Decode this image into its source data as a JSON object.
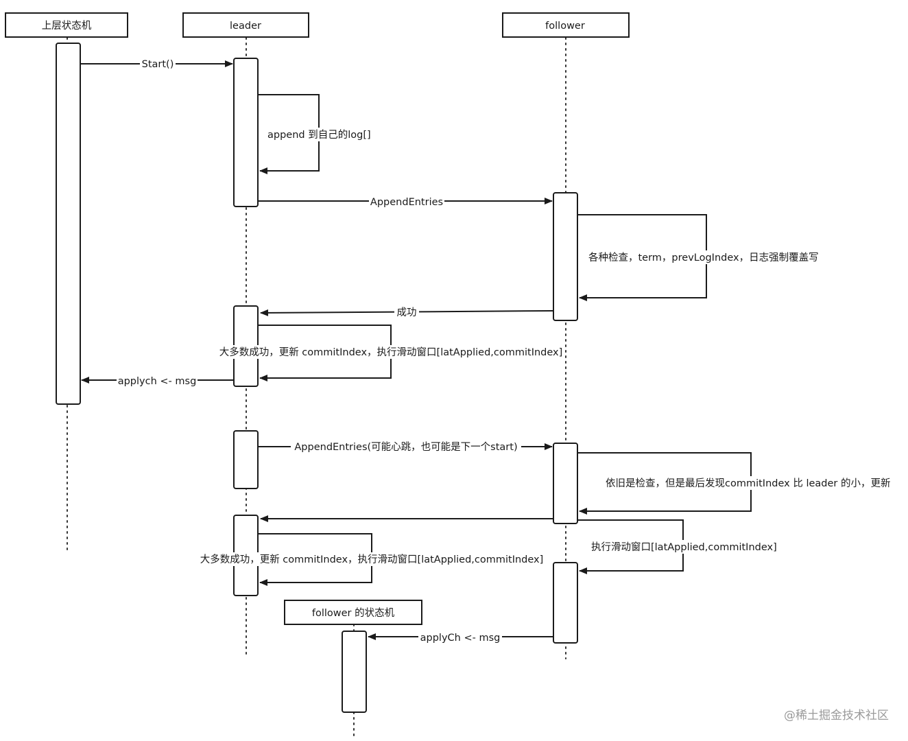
{
  "participants": {
    "upper_sm": "上层状态机",
    "leader": "leader",
    "follower": "follower",
    "follower_sm": "follower 的状态机"
  },
  "messages": {
    "start": "Start()",
    "append_self": "append 到自己的log[]",
    "append_entries": "AppendEntries",
    "follower_checks": "各种检查，term，prevLogIndex，日志强制覆盖写",
    "success": "成功",
    "majority_1": "大多数成功，更新 commitIndex，执行滑动窗口[latApplied,commitIndex]",
    "applych": "applych <- msg",
    "append_entries_2": "AppendEntries(可能心跳，也可能是下一个start)",
    "follower_checks_2": "依旧是检查，但是最后发现commitIndex 比 leader 的小，更新",
    "follower_window": "执行滑动窗口[latApplied,commitIndex]",
    "majority_2": "大多数成功，更新 commitIndex，执行滑动窗口[latApplied,commitIndex]",
    "applych_2": "applyCh <- msg"
  },
  "watermark": "@稀土掘金技术社区"
}
